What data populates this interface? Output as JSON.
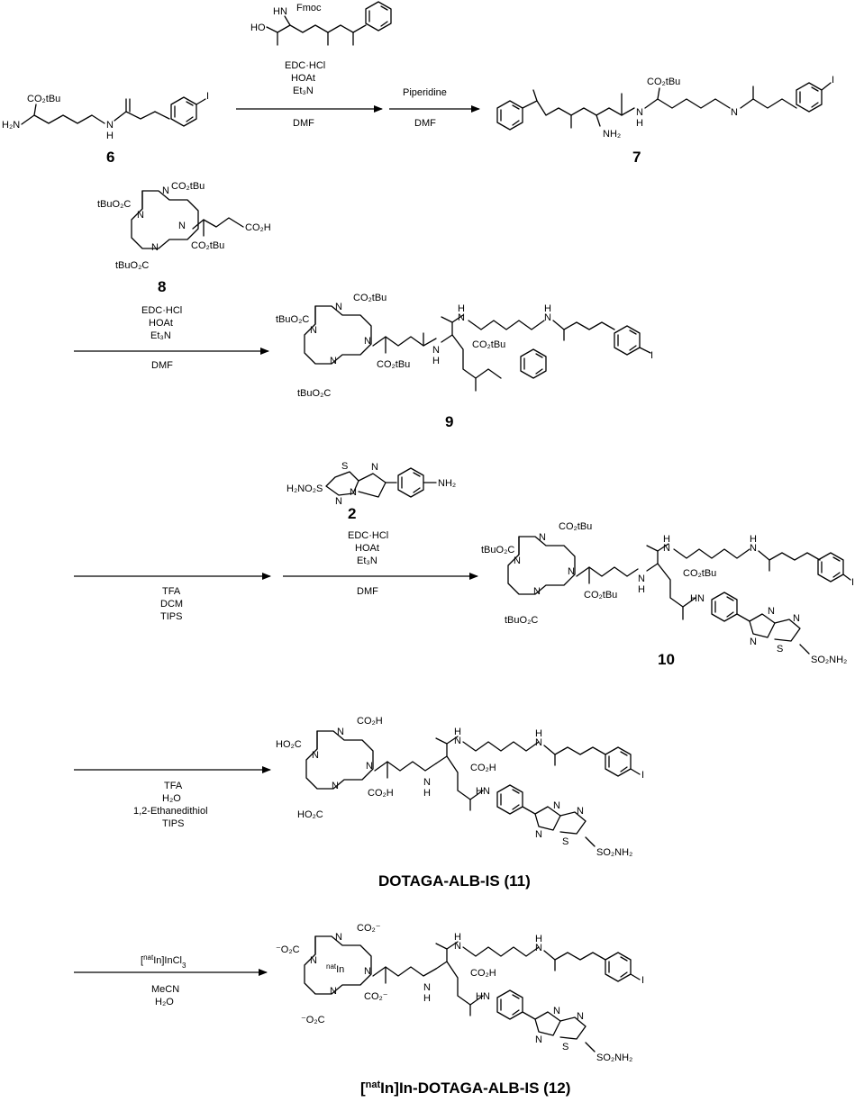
{
  "reagents": {
    "fmoc_glu": {
      "nh": "HN",
      "fmoc": "Fmoc",
      "ho": "HO"
    },
    "step1": {
      "cond1": "EDC·HCl",
      "cond2": "HOAt",
      "cond3": "Et₃N",
      "solvent": "DMF"
    },
    "step2": {
      "cond1": "Piperidine",
      "solvent": "DMF"
    },
    "step3": {
      "cond1": "EDC·HCl",
      "cond2": "HOAt",
      "cond3": "Et₃N",
      "solvent": "DMF"
    },
    "step4": {
      "cond1": "TFA",
      "cond2": "DCM",
      "cond3": "TIPS"
    },
    "step5": {
      "cond1": "EDC·HCl",
      "cond2": "HOAt",
      "cond3": "Et₃N",
      "solvent": "DMF"
    },
    "step6": {
      "cond1": "TFA",
      "cond2": "H₂O",
      "cond3": "1,2-Ethanedithiol",
      "cond4": "TIPS"
    },
    "step7": {
      "cond1": "[natIn]InCl3",
      "solvent": "MeCN",
      "cond2": "H₂O"
    }
  },
  "compounds": {
    "c6": {
      "label": "6",
      "co2tbu": "CO₂tBu",
      "h2n": "H₂N",
      "nh": "N",
      "h": "H",
      "iodo": "I"
    },
    "c7": {
      "label": "7",
      "co2tbu": "CO₂tBu",
      "nh2": "NH₂",
      "n1": "N",
      "n2": "N",
      "h": "H",
      "iodo": "I"
    },
    "c8": {
      "label": "8",
      "tbuo2c": "tBuO₂C",
      "co2tbu": "CO₂tBu",
      "co2h": "CO₂H",
      "n": "N"
    },
    "c9": {
      "label": "9",
      "tbuo2c": "tBuO₂C",
      "co2tbu": "CO₂tBu",
      "n": "N",
      "h": "H",
      "iodo": "I"
    },
    "c2": {
      "label": "2",
      "h2no2s": "H₂NO₂S",
      "s": "S",
      "n": "N",
      "nh2": "NH₂"
    },
    "c10": {
      "label": "10",
      "tbuo2c": "tBuO₂C",
      "co2tbu": "CO₂tBu",
      "so2nh2": "SO₂NH₂",
      "n": "N",
      "h": "H",
      "s": "S",
      "iodo": "I"
    },
    "c11": {
      "label": "DOTAGA-ALB-IS (11)",
      "ho2c": "HO₂C",
      "co2h": "CO₂H",
      "so2nh2": "SO₂NH₂",
      "n": "N",
      "h": "H",
      "s": "S",
      "iodo": "I"
    },
    "c12": {
      "label_sup": "nat",
      "label_pre": "[",
      "label_post": "In]In-DOTAGA-ALB-IS (12)",
      "o2c": "⁻O₂C",
      "co2": "CO₂⁻",
      "metal": "In",
      "metal_sup": "nat",
      "co2h": "CO₂H",
      "so2nh2": "SO₂NH₂",
      "n": "N",
      "h": "H",
      "s": "S",
      "iodo": "I"
    }
  }
}
